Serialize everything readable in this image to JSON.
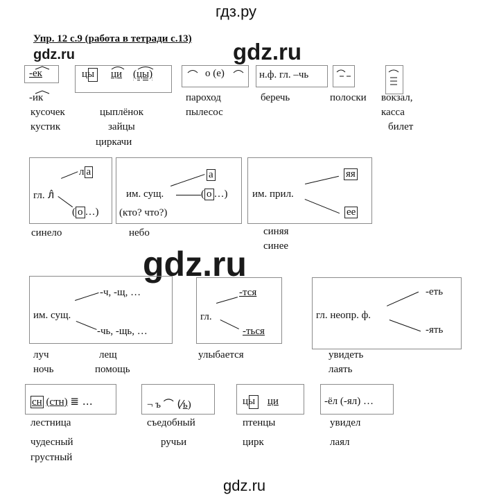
{
  "header": {
    "site": "гдз.ру",
    "watermark": "gdz.ru"
  },
  "title": "Упр. 12 с.9 (работа в тетради с.13)",
  "row1": {
    "suffix_ek": "-ек",
    "suffix_ik": "-ик",
    "words_a": [
      "кусочек",
      "кустик"
    ],
    "ts_cy1": "цы",
    "ts_ci": "ци",
    "ts_cy2": "(цы)",
    "words_b": [
      "цыплёнок",
      "зайцы",
      "циркачи"
    ],
    "o_e": "о (е)",
    "words_c": [
      "пароход",
      "пылесос"
    ],
    "nf_label": "н.ф. гл. –чь",
    "words_d": [
      "беречь"
    ],
    "words_e": [
      "полоски"
    ],
    "words_f": [
      "вокзал,",
      "касса",
      "билет"
    ]
  },
  "row2": {
    "gl_label": "гл.",
    "la": "л",
    "la_box": "а",
    "lo_box": "о",
    "word_a": "синело",
    "im_sush": "им. сущ.",
    "kto_chto": "(кто? что?)",
    "a_box": "а",
    "o_box": "о",
    "word_b": "небо",
    "im_pril": "им. прил.",
    "yaya": "яя",
    "ee": "ее",
    "words_c": [
      "синяя",
      "синее"
    ]
  },
  "row3": {
    "im_sush": "им. сущ.",
    "ending_top": "-ч, -щ, …",
    "ending_bottom": "-чь, -щь, …",
    "words_a": [
      "луч",
      "лещ",
      "ночь",
      "помощь"
    ],
    "gl": "гл.",
    "tsya": "-тся",
    "tsya2": "-ться",
    "word_b": "улыбается",
    "inf_label": "гл. неопр. ф.",
    "et": "-еть",
    "yat": "-ять",
    "words_c": [
      "увидеть",
      "лаять"
    ]
  },
  "row4": {
    "sn": "сн",
    "stn": "(стн)",
    "words_a": [
      "лестница",
      "чудесный",
      "грустный"
    ],
    "hard_sign": "¬ ъ",
    "soft_sign": "ь",
    "words_b": [
      "съедобный",
      "ручьи"
    ],
    "cy": "цы",
    "ci": "ци",
    "words_c": [
      "птенцы",
      "цирк"
    ],
    "el": "-ёл (-ял) …",
    "words_d": [
      "увидел",
      "лаял"
    ]
  },
  "footer": {
    "site": "gdz.ru"
  }
}
